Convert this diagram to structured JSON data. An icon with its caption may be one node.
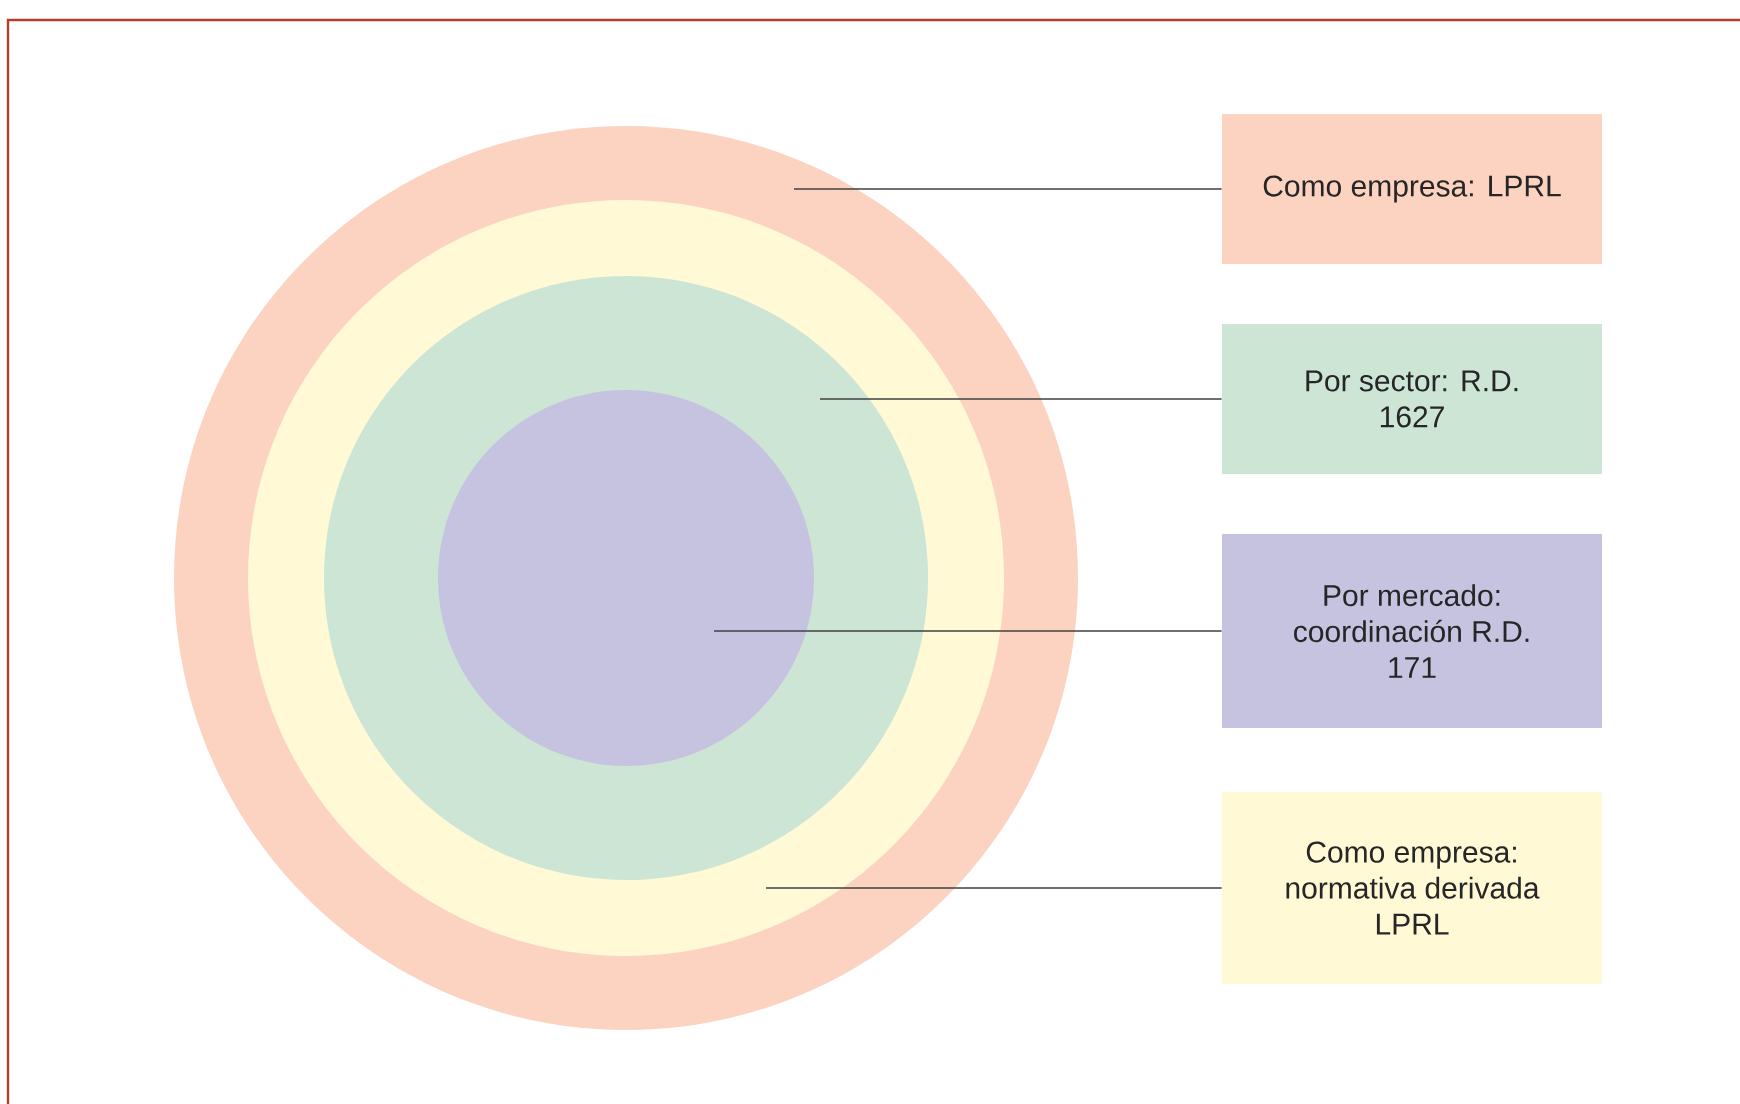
{
  "diagram": {
    "nodes": [
      {
        "text": [],
        "shape": "circle"
      },
      {
        "text": [],
        "shape": "circle",
        "in": 0
      },
      {
        "text": [],
        "shape": "circle",
        "in": 1
      },
      {
        "text": [],
        "shape": "circle",
        "in": 2
      },
      {
        "text": [
          "Como empresa: LPRL"
        ]
      },
      {
        "text": [
          "Por sector: R.D. 1627"
        ]
      },
      {
        "text": [
          "Por mercado: coordinación R.D. 171"
        ]
      },
      {
        "text": [
          "Como empresa: normativa derivada LPRL"
        ]
      }
    ],
    "edges": [
      {
        "from": 4,
        "to": 0,
        "arrow": "none"
      },
      {
        "from": 5,
        "to": 2,
        "arrow": "none"
      },
      {
        "from": 6,
        "to": 3,
        "arrow": "none"
      },
      {
        "from": 7,
        "to": 1,
        "arrow": "none"
      }
    ]
  }
}
